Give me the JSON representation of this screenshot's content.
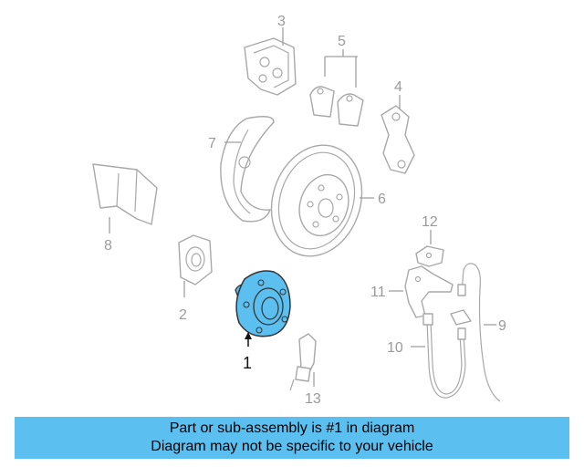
{
  "diagram": {
    "highlighted_part": "1",
    "callouts": [
      "1",
      "2",
      "3",
      "4",
      "5",
      "6",
      "7",
      "8",
      "9",
      "10",
      "11",
      "12",
      "13"
    ],
    "colors": {
      "highlight": "#5bc0f0",
      "line": "#a8a8a8",
      "label": "#9a9a9a"
    }
  },
  "banner": {
    "line1": "Part or sub-assembly is #1 in diagram",
    "line2": "Diagram may not be specific to your vehicle"
  }
}
